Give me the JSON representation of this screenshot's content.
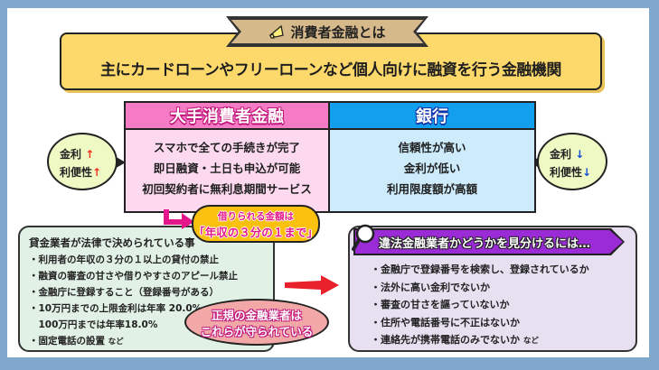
{
  "header": {
    "ribbon_title": "消費者金融とは",
    "ribbon_icon": "megaphone-icon",
    "definition": "主にカードローンやフリーローンなど個人向けに融資を行う金融機関"
  },
  "comparison": {
    "left": {
      "heading": "大手消費者金融",
      "color": "#f57bc4",
      "items": [
        "スマホで全ての手続きが完了",
        "即日融資・土日も申込が可能",
        "初回契約者に無利息期間サービス"
      ]
    },
    "right": {
      "heading": "銀行",
      "color": "#12a0ee",
      "items": [
        "信頼性が高い",
        "金利が低い",
        "利用限度額が高額"
      ]
    }
  },
  "bubble_left": {
    "line1": "金利",
    "line1_arrow": "↑",
    "line2": "利便性",
    "line2_arrow": "↑",
    "arrow_color": "#f0321e"
  },
  "bubble_right": {
    "line1": "金利",
    "line1_arrow": "↓",
    "line2": "利便性",
    "line2_arrow": "↓",
    "arrow_color": "#1650d8"
  },
  "callout": {
    "line1": "借りられる金額は",
    "line2": "「年収の３分の１まで」"
  },
  "law_box": {
    "title": "貸金業者が法律で決められている事",
    "items": [
      "・利用者の年収の３分の１以上の貸付の禁止",
      "・融資の審査の甘さや借りやすさのアピール禁止",
      "・金融庁に登録すること（登録番号がある）",
      "・10万円までの上限金利は年率 20.0%、",
      "　100万円までは年率18.0%",
      "・固定電話の設置"
    ],
    "last_suffix": "など"
  },
  "pink_bubble": {
    "line1": "正規の金融業者は",
    "line2": "これらが守られている"
  },
  "illegal_box": {
    "title": "違法金融業者かどうかを見分けるには…",
    "icon": "magnifier-icon",
    "items": [
      "・金融庁で登録番号を検索し、登録されているか",
      "・法外に高い金利でないか",
      "・審査の甘さを謳っていないか",
      "・住所や電話番号に不正はないか",
      "・連絡先が携帯電話のみでないか"
    ],
    "last_suffix": "など"
  },
  "colors": {
    "frame": "#7fa8cc",
    "definition_bg": "#fdd96c",
    "ribbon_bg": "#d6b98a",
    "law_bg": "#e2f1e5",
    "illegal_bg": "#e6e0f0",
    "banner_purple": "#9b2bd6",
    "callout_yellow": "#fcc10e",
    "accent_pink": "#e5168b",
    "red_arrow": "#e8212a"
  }
}
